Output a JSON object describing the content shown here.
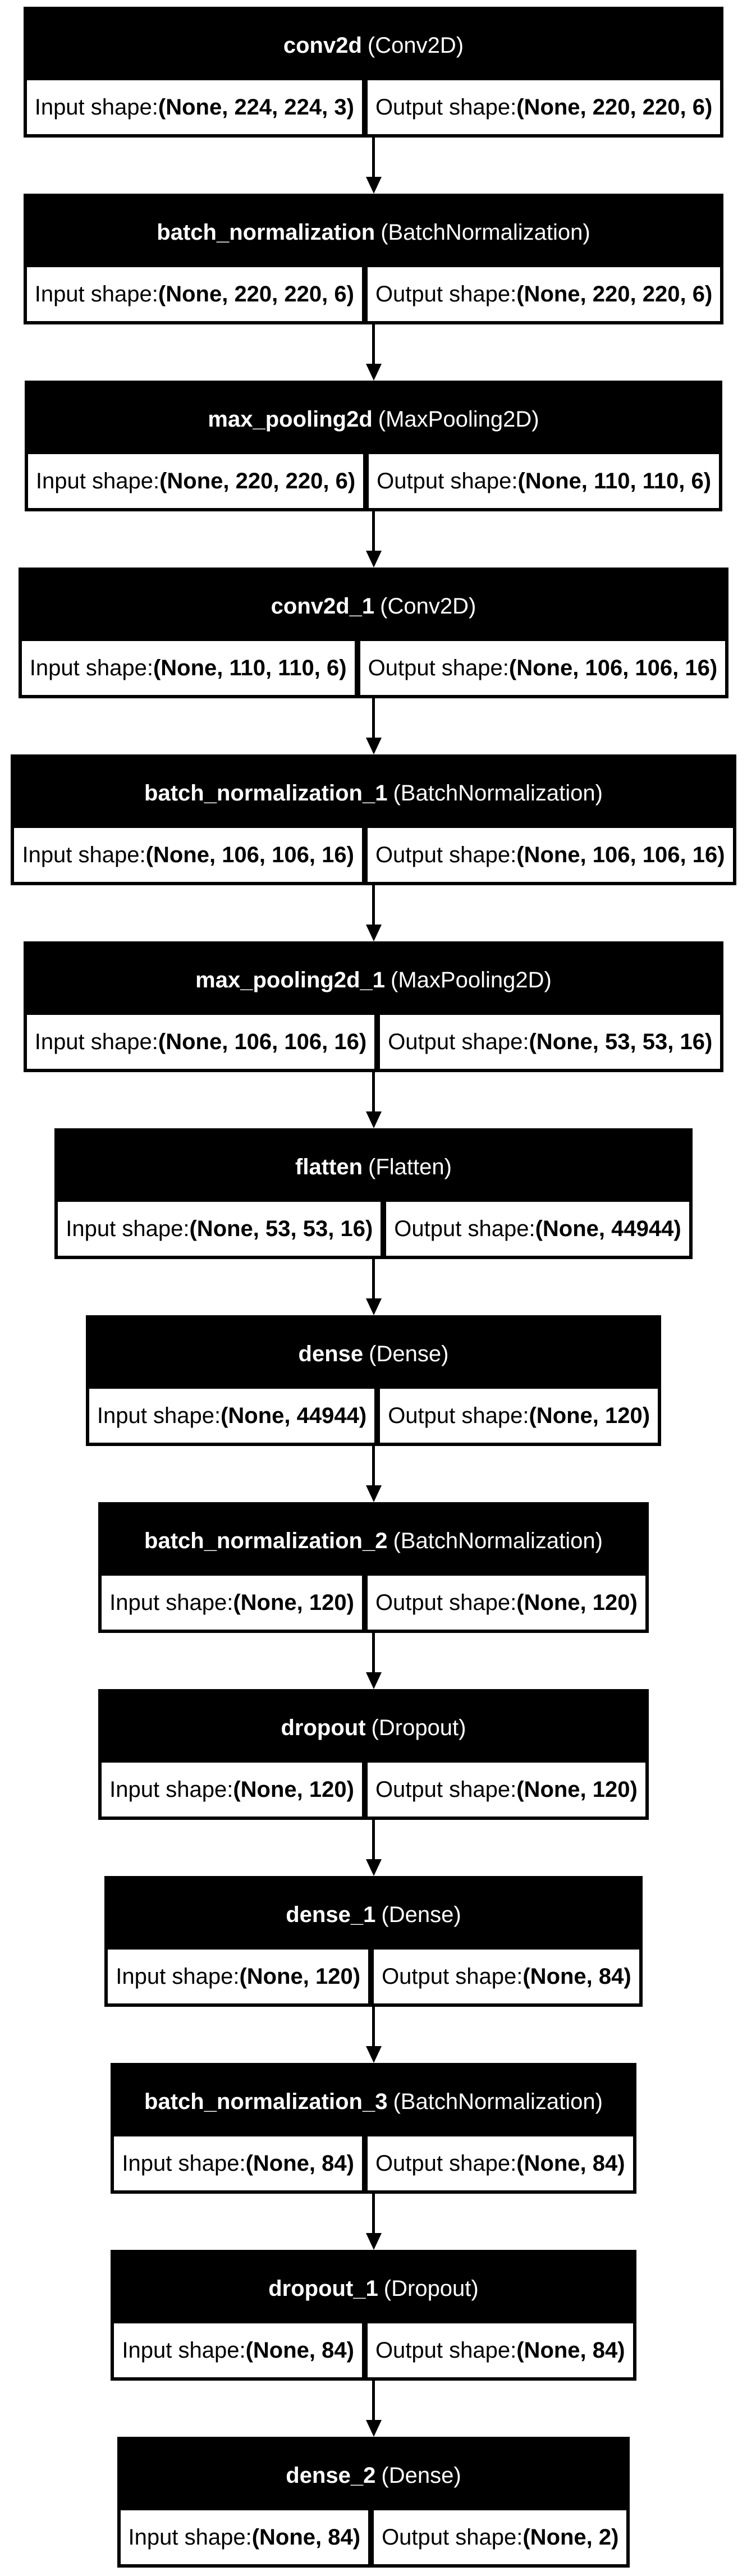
{
  "diagram": {
    "kind": "keras-model-architecture",
    "colors": {
      "background": "#ffffff",
      "node_fill": "#000000",
      "header_text": "#ffffff",
      "cell_fill": "#ffffff",
      "cell_text": "#000000",
      "edge": "#000000"
    },
    "labels": {
      "input_prefix": "Input shape: ",
      "output_prefix": "Output shape: "
    },
    "layers": [
      {
        "name": "conv2d",
        "type": "Conv2D",
        "input_shape": "(None, 224, 224, 3)",
        "output_shape": "(None, 220, 220, 6)"
      },
      {
        "name": "batch_normalization",
        "type": "BatchNormalization",
        "input_shape": "(None, 220, 220, 6)",
        "output_shape": "(None, 220, 220, 6)"
      },
      {
        "name": "max_pooling2d",
        "type": "MaxPooling2D",
        "input_shape": "(None, 220, 220, 6)",
        "output_shape": "(None, 110, 110, 6)"
      },
      {
        "name": "conv2d_1",
        "type": "Conv2D",
        "input_shape": "(None, 110, 110, 6)",
        "output_shape": "(None, 106, 106, 16)"
      },
      {
        "name": "batch_normalization_1",
        "type": "BatchNormalization",
        "input_shape": "(None, 106, 106, 16)",
        "output_shape": "(None, 106, 106, 16)"
      },
      {
        "name": "max_pooling2d_1",
        "type": "MaxPooling2D",
        "input_shape": "(None, 106, 106, 16)",
        "output_shape": "(None, 53, 53, 16)"
      },
      {
        "name": "flatten",
        "type": "Flatten",
        "input_shape": "(None, 53, 53, 16)",
        "output_shape": "(None, 44944)"
      },
      {
        "name": "dense",
        "type": "Dense",
        "input_shape": "(None, 44944)",
        "output_shape": "(None, 120)"
      },
      {
        "name": "batch_normalization_2",
        "type": "BatchNormalization",
        "input_shape": "(None, 120)",
        "output_shape": "(None, 120)"
      },
      {
        "name": "dropout",
        "type": "Dropout",
        "input_shape": "(None, 120)",
        "output_shape": "(None, 120)"
      },
      {
        "name": "dense_1",
        "type": "Dense",
        "input_shape": "(None, 120)",
        "output_shape": "(None, 84)"
      },
      {
        "name": "batch_normalization_3",
        "type": "BatchNormalization",
        "input_shape": "(None, 84)",
        "output_shape": "(None, 84)"
      },
      {
        "name": "dropout_1",
        "type": "Dropout",
        "input_shape": "(None, 84)",
        "output_shape": "(None, 84)"
      },
      {
        "name": "dense_2",
        "type": "Dense",
        "input_shape": "(None, 84)",
        "output_shape": "(None, 2)"
      }
    ]
  }
}
